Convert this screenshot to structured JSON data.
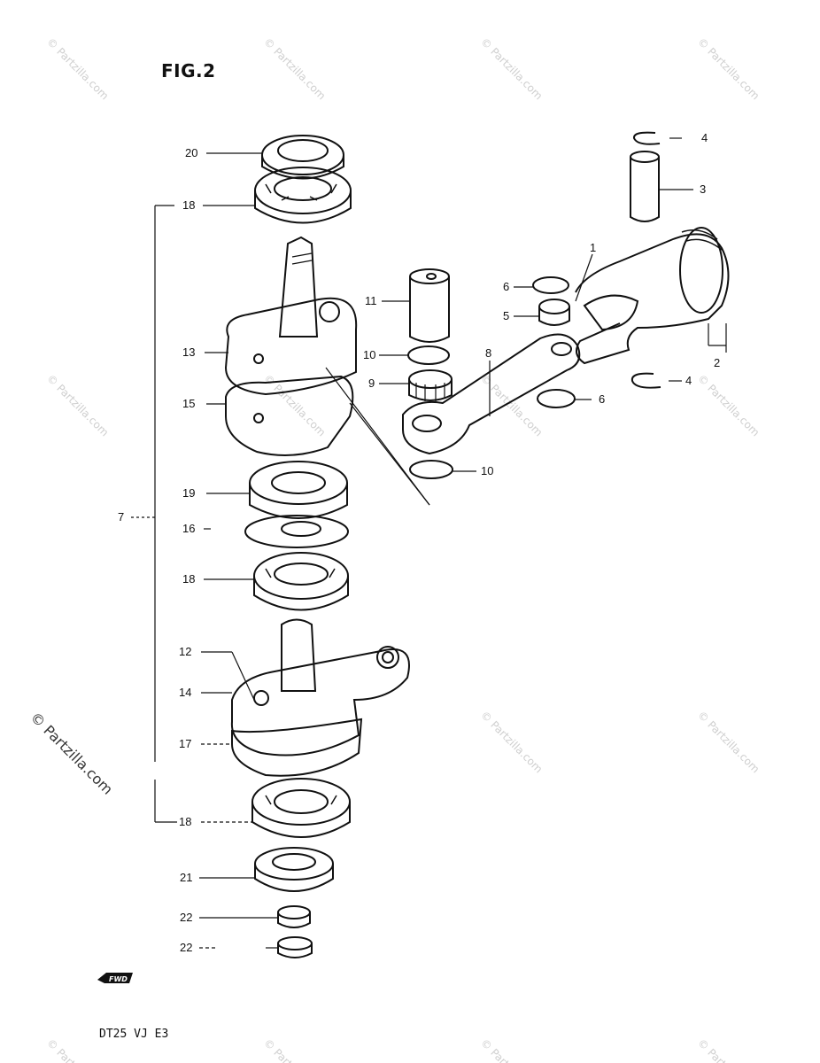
{
  "figure_title": "FIG.2",
  "footer_code": "DT25 VJ E3",
  "fwd_label": "FWD",
  "watermark_side": "© Partzilla.com",
  "watermark_tile": "© Partzilla.com",
  "labels": {
    "p1": "1",
    "p2": "2",
    "p3": "3",
    "p4a": "4",
    "p4b": "4",
    "p5": "5",
    "p6a": "6",
    "p6b": "6",
    "p7": "7",
    "p8": "8",
    "p9": "9",
    "p10a": "10",
    "p10b": "10",
    "p11": "11",
    "p12": "12",
    "p13": "13",
    "p14": "14",
    "p15": "15",
    "p16": "16",
    "p17": "17",
    "p18a": "18",
    "p18b": "18",
    "p18c": "18",
    "p19": "19",
    "p20": "20",
    "p21": "21",
    "p22a": "22",
    "p22b": "22"
  },
  "colors": {
    "ink": "#111111",
    "watermark": "#cfcfcf"
  }
}
